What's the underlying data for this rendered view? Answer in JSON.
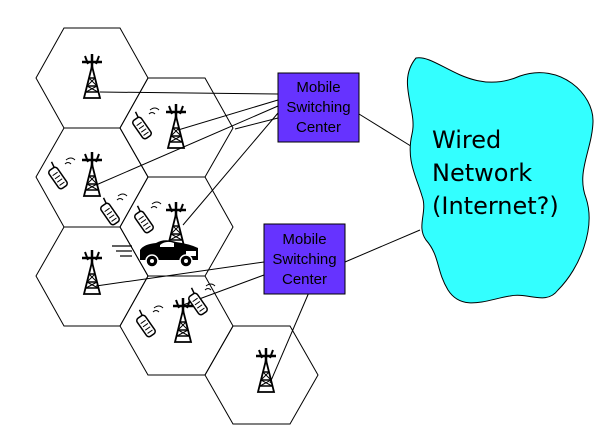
{
  "colors": {
    "cell_stroke": "#000000",
    "msc_fill": "#6633ff",
    "cloud_fill": "#33ffff",
    "link_stroke": "#000000"
  },
  "msc_top": {
    "lines": [
      "Mobile",
      "Switching",
      "Center"
    ]
  },
  "msc_bottom": {
    "lines": [
      "Mobile",
      "Switching",
      "Center"
    ]
  },
  "wired_network": {
    "lines": [
      "Wired",
      "Network",
      "(Internet?)"
    ]
  },
  "icons": [
    "antenna-tower-icon",
    "cell-phone-icon",
    "car-icon"
  ]
}
